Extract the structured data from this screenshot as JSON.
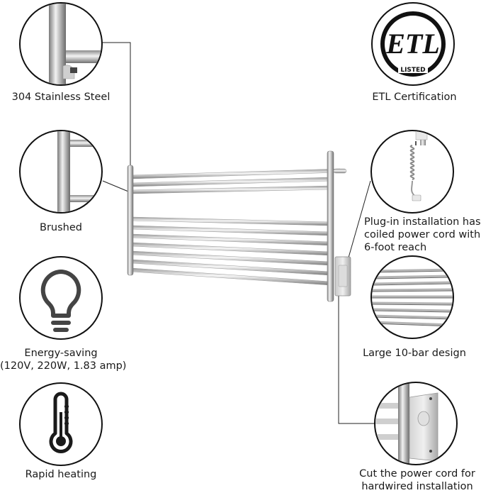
{
  "features": {
    "stainless": {
      "label": "304 Stainless Steel",
      "icon": "steel-tube-closeup-icon"
    },
    "brushed": {
      "label": "Brushed",
      "icon": "brushed-bar-closeup-icon"
    },
    "energy": {
      "label_line1": "Energy-saving",
      "label_line2": "(120V, 220W, 1.83 amp)",
      "icon": "lightbulb-icon"
    },
    "rapid": {
      "label": "Rapid heating",
      "icon": "thermometer-icon"
    },
    "etl": {
      "label": "ETL Certification",
      "logo_text": "ETL",
      "logo_subtext": "LISTED",
      "icon": "etl-listed-logo"
    },
    "plugin": {
      "label_line1": "Plug-in installation has",
      "label_line2": "coiled power cord with",
      "label_line3": "6-foot reach",
      "icon": "coiled-cord-icon"
    },
    "bars": {
      "label": "Large 10-bar design",
      "icon": "ten-bar-closeup-icon"
    },
    "hardwire": {
      "label_line1": "Cut the power cord for",
      "label_line2": "hardwired installation",
      "icon": "wall-mount-closeup-icon"
    }
  },
  "colors": {
    "steel_light": "#e6e6e6",
    "steel_mid": "#b8b8b8",
    "steel_dark": "#7a7a7a",
    "outline": "#111111"
  }
}
